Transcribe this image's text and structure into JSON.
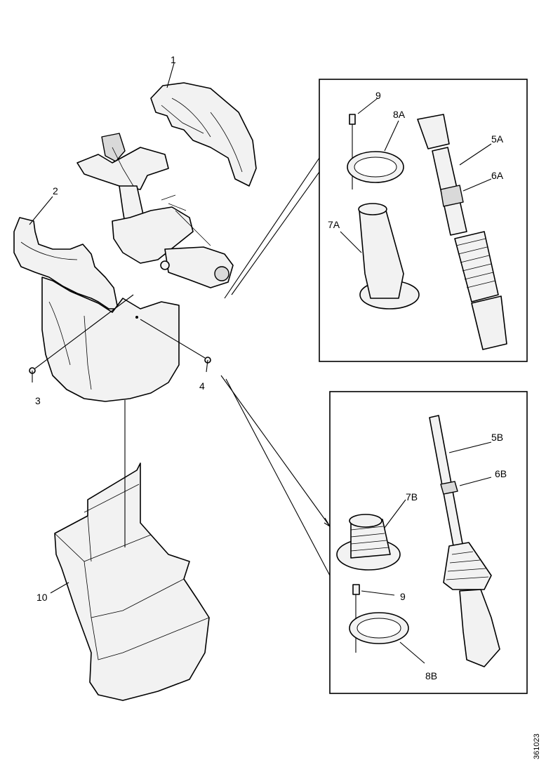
{
  "labels": {
    "p1": "1",
    "p2": "2",
    "p3": "3",
    "p4": "4",
    "p9a": "9",
    "p8a": "8A",
    "p5a": "5A",
    "p6a": "6A",
    "p7a": "7A",
    "p5b": "5B",
    "p6b": "6B",
    "p7b": "7B",
    "p9b": "9",
    "p8b": "8B",
    "p10": "10"
  },
  "figure_id": "361023"
}
